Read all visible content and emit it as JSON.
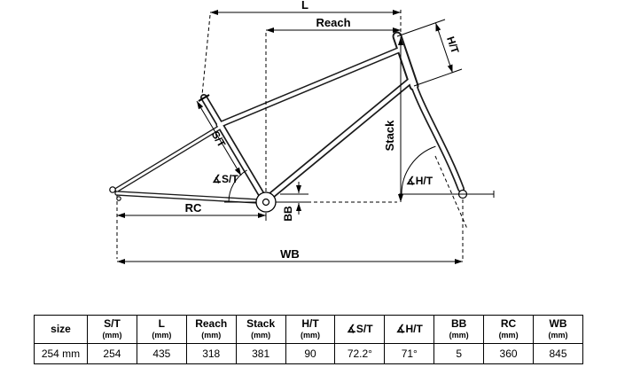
{
  "diagram": {
    "labels": {
      "l": "L",
      "reach": "Reach",
      "ht": "H/T",
      "stack": "Stack",
      "st": "S/T",
      "st_angle": "∡S/T",
      "ht_angle": "∡H/T",
      "rc": "RC",
      "bb": "BB",
      "wb": "WB"
    }
  },
  "table": {
    "headers": [
      {
        "label": "size",
        "unit": ""
      },
      {
        "label": "S/T",
        "unit": "(mm)"
      },
      {
        "label": "L",
        "unit": "(mm)"
      },
      {
        "label": "Reach",
        "unit": "(mm)"
      },
      {
        "label": "Stack",
        "unit": "(mm)"
      },
      {
        "label": "H/T",
        "unit": "(mm)"
      },
      {
        "label": "∡S/T",
        "unit": ""
      },
      {
        "label": "∡H/T",
        "unit": ""
      },
      {
        "label": "BB",
        "unit": "(mm)"
      },
      {
        "label": "RC",
        "unit": "(mm)"
      },
      {
        "label": "WB",
        "unit": "(mm)"
      }
    ],
    "rows": [
      [
        "254 mm",
        "254",
        "435",
        "318",
        "381",
        "90",
        "72.2°",
        "71°",
        "5",
        "360",
        "845"
      ]
    ]
  },
  "colors": {
    "line": "#000000",
    "background": "#ffffff"
  }
}
